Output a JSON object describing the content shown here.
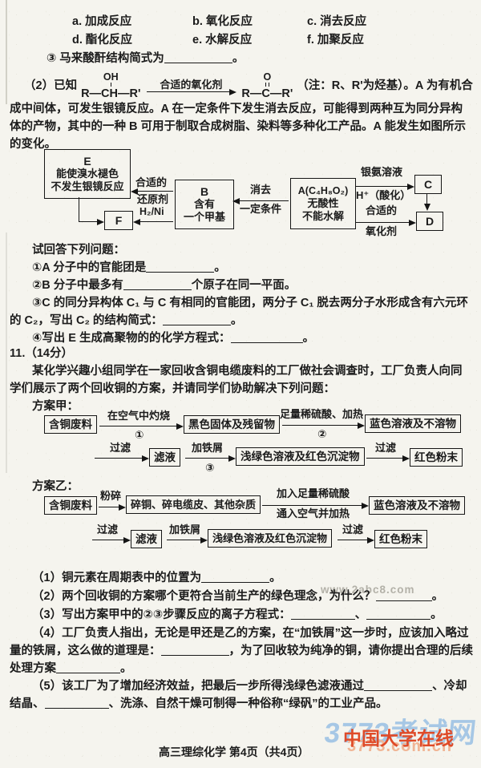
{
  "options": {
    "row1": [
      {
        "key": "a.",
        "label": "加成反应"
      },
      {
        "key": "b.",
        "label": "氧化反应"
      },
      {
        "key": "c.",
        "label": "消去反应"
      }
    ],
    "row2": [
      {
        "key": "d.",
        "label": "酯化反应"
      },
      {
        "key": "e.",
        "label": "水解反应"
      },
      {
        "key": "f.",
        "label": "加聚反应"
      }
    ]
  },
  "q10_3": {
    "pre": "③ 马来酸酐结构简式为",
    "post": "。"
  },
  "q10_2": {
    "intro": "（2）已知",
    "reactant": {
      "top": "OH",
      "main": "R—CH—R'"
    },
    "arrow_label": "合适的氧化剂",
    "product": {
      "top": "O",
      "main": "R—C—R'"
    },
    "note": "（注：R、R'为烃基）。A 为有机合",
    "line2": "成中间体，可发生银镜反应。A 在一定条件下发生消去反应，可能得到两种互为同分异构",
    "line3": "体的产物，其中的一种 B 可用于制取合成树脂、染料等多种化工产品。A 能发生如图所示",
    "line4": "的变化。"
  },
  "diagram": {
    "e": {
      "t": "E",
      "l1": "能使溴水褪色",
      "l2": "不发生银镜反应"
    },
    "f": "F",
    "b": {
      "t": "B",
      "l1": "含有",
      "l2": "一个甲基"
    },
    "a": {
      "t": "A(C₄H₈O₂)",
      "l1": "无酸性",
      "l2": "不能水解"
    },
    "c": "C",
    "d": "D",
    "be_top": "合适的",
    "be_bot": "还原剂",
    "bf": "H₂/Ni",
    "ab_top": "消去",
    "ab_bot": "一定条件",
    "ac_top": "银氨溶液",
    "ac_bot": "H⁺（酸化）",
    "ad_top": "合适的",
    "ad_bot": "氧化剂"
  },
  "sub_questions": {
    "lead": "试回答下列问题：",
    "q1": {
      "pre": "①A 分子中的官能团是",
      "post": "。"
    },
    "q2": {
      "pre": "②B 分子中最多有",
      "post": "个原子在同一平面。"
    },
    "q3l1": "③C 的同分异构体 C₁ 与 C 有相同的官能团，两分子 C₁ 脱去两分子水形成含有六元环",
    "q3l2": {
      "pre": "的 C₂，写出 C₂ 的结构简式：",
      "post": "。"
    },
    "q4": {
      "pre": "④写出 E 生成高聚物的的化学方程式：",
      "post": "。"
    }
  },
  "q11": {
    "head": "11.（14分）",
    "intro1": "某化学兴趣小组同学在一家回收含铜电缆废料的工厂做社会调查时，工厂负责人向同",
    "intro2": "学们展示了两个回收铜的方案，并请同学们协助解决下列问题：",
    "plan_a_label": "方案甲：",
    "plan_b_label": "方案乙："
  },
  "plan_a": {
    "box1": "含铜废料",
    "ar1_top": "在空气中灼烧",
    "ar1_bot": "①",
    "box2": "黑色固体及残留物",
    "ar2_top": "足量稀硫酸、加热",
    "ar2_bot": "②",
    "box3": "蓝色溶液及不溶物",
    "r2_ar1": "过滤",
    "r2_box1": "滤液",
    "r2_ar2": "加铁屑",
    "r2_ar2_bot": "③",
    "r2_box2": "浅绿色溶液及红色沉淀物",
    "r2_ar3": "过滤",
    "r2_box3": "红色粉末"
  },
  "plan_b": {
    "box1": "含铜废料",
    "ar1_top": "粉碎",
    "box2": "碎铜、碎电缆皮、其他杂质",
    "ar2_top": "加入足量稀硫酸",
    "ar2_bot": "通入空气并加热",
    "box3": "蓝色溶液及不溶物",
    "r2_ar1": "过滤",
    "r2_box1": "滤液",
    "r2_ar2": "加铁屑",
    "r2_box2": "浅绿色溶液及红色沉淀物",
    "r2_ar3": "过滤",
    "r2_box3": "红色粉末"
  },
  "main_questions": {
    "q1": {
      "pre": "（1）铜元素在周期表中的位置为",
      "post": "。"
    },
    "q2": {
      "pre": "（2）两个回收铜的方案哪个更符合当前生产的绿色理念，为什么？",
      "post": "。"
    },
    "q3": {
      "pre": "（3）写出方案甲中的②③步骤反应的离子方程式：",
      "mid": "、",
      "post": "。"
    },
    "q4l1": "（4）工厂负责人指出，无论是甲还是乙的方案，在“加铁屑”这一步时，应该加入略过",
    "q4l2": {
      "pre": "量的铁屑，这么做的道理是：",
      "post": "，为了回收较为纯净的铜，请你提出合理的后续"
    },
    "q4l3": {
      "pre": "处理方案",
      "post": "。"
    },
    "q5l1": {
      "pre": "（5）该工厂为了增加经济效益，把最后一步所得浅绿色滤液通过",
      "post": "、冷却"
    },
    "q5l2": {
      "pre": "结晶、",
      "post": "、洗涤、自然干燥可制得一种俗称“绿矾”的工业产品。"
    }
  },
  "watermarks": {
    "mid": "www.2abc8.com",
    "site": "3773考试网",
    "cn": "中国大学在线",
    "url": "3773.com.cn"
  },
  "footer": "高三理综化学 第4页（共4页）"
}
